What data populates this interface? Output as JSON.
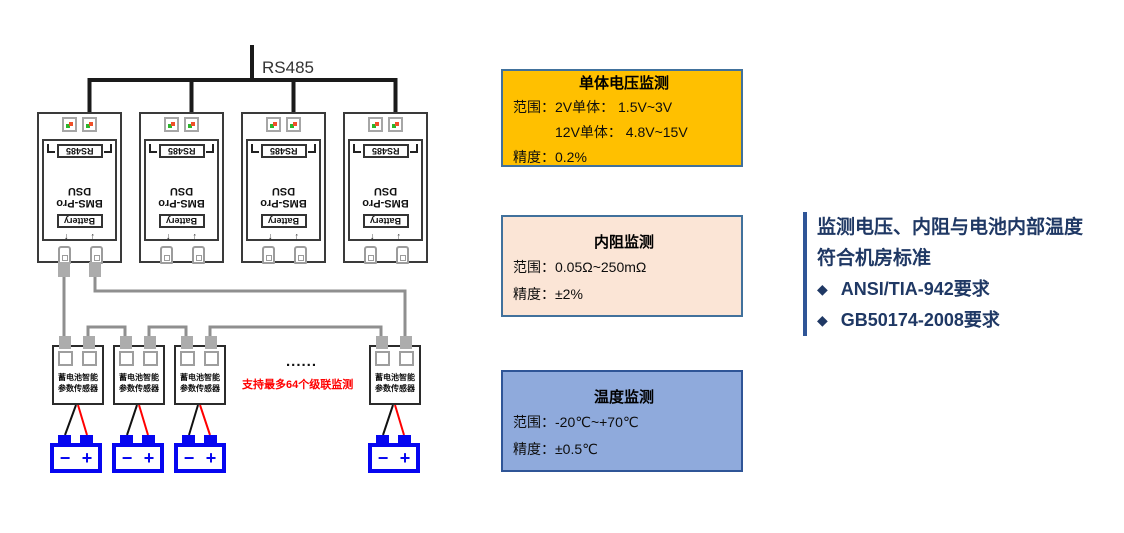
{
  "diagram": {
    "bus_label": "RS485",
    "device": {
      "rs485_label": "RS485",
      "name": "BMS-Pro DSU",
      "battery_label": "Battery",
      "arrow_down": "↓",
      "arrow_up": "↑",
      "count": 4
    },
    "sensor": {
      "line1": "蓄电池智能",
      "line2": "参数传感器",
      "count": 4
    },
    "battery": {
      "minus": "−",
      "plus": "+",
      "count": 4,
      "color": "#0606f0"
    },
    "cascade": {
      "dots": "......",
      "note": "支持最多64个级联监测",
      "note_color": "#ff0000"
    },
    "wire_color": "#8f8f8f",
    "bus_color": "#1a1a1a"
  },
  "panels": {
    "cards": [
      {
        "title": "单体电压监测",
        "lines": [
          "范围：2V单体： 1.5V~3V",
          "12V单体： 4.8V~15V",
          "精度：0.2%"
        ],
        "bg": "#FFC000",
        "border": "#41719C"
      },
      {
        "title": "内阻监测",
        "lines": [
          "范围：0.05Ω~250mΩ",
          "精度：±2%"
        ],
        "bg": "#FBE5D6",
        "border": "#41719C"
      },
      {
        "title": "温度监测",
        "lines": [
          "范围：-20℃~+70℃",
          "精度：±0.5℃"
        ],
        "bg": "#8FAADC",
        "border": "#2F5597"
      }
    ],
    "standards": {
      "heading_line1": "监测电压、内阻与电池内部温度",
      "heading_line2": "符合机房标准",
      "bullet_icon": "◆",
      "bullets": [
        "ANSI/TIA-942要求",
        "GB50174-2008要求"
      ],
      "color": "#1F3864"
    }
  }
}
